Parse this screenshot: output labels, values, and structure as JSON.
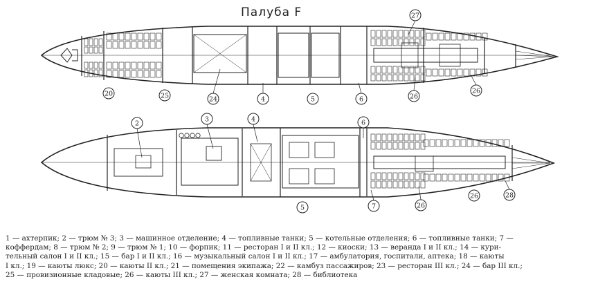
{
  "title": "Палуба F",
  "callouts_top": [
    "20",
    "25",
    "24",
    "4",
    "5",
    "6",
    "26",
    "26",
    "27"
  ],
  "callouts_bottom": [
    "2",
    "3",
    "4",
    "6",
    "5",
    "7",
    "26",
    "26",
    "28"
  ],
  "legend_lines": [
    "1 — ахтерпик; 2 — трюм № 3; 3 — машинное отделение; 4 — топливные танки; 5 — котельные отделения; 6 — топливные танки; 7 —",
    "коффердам; 8 — трюм № 2; 9 — трюм № 1; 10 — форпик; 11 — ресторан I и II кл.; 12 — киоски; 13 — веранда I и II кл.; 14 — кури-",
    "тельный салон I и II кл.; 15 — бар I и II кл.; 16 — музыкальный салон I и II кл.; 17 — амбулатория, госпитали, аптека; 18 — каюты",
    "I кл.; 19 — каюты люкс; 20 — каюты II кл.; 21 — помещения экипажа; 22 — камбуз пассажиров; 23 — ресторан III кл.; 24 — бар III кл.;",
    "25 — провизионные кладовые; 26 — каюты III кл.; 27 — женская комната; 28 — библиотека"
  ],
  "colors": {
    "ink": "#222222",
    "paper": "#ffffff"
  }
}
